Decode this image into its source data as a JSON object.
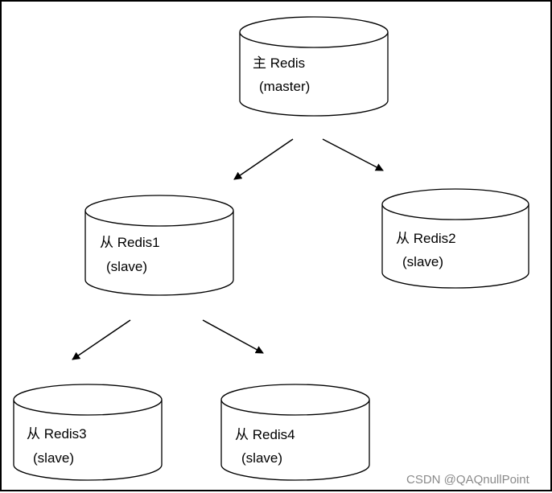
{
  "nodes": {
    "master": {
      "line1": "主 Redis",
      "line2": "(master)"
    },
    "redis1": {
      "line1": "从 Redis1",
      "line2": "(slave)"
    },
    "redis2": {
      "line1": "从 Redis2",
      "line2": "(slave)"
    },
    "redis3": {
      "line1": "从 Redis3",
      "line2": "(slave)"
    },
    "redis4": {
      "line1": "从 Redis4",
      "line2": "(slave)"
    }
  },
  "watermark": "CSDN @QAQnullPoint",
  "colors": {
    "stroke": "#000000",
    "fill": "#ffffff",
    "watermark": "#8a8a8a"
  }
}
